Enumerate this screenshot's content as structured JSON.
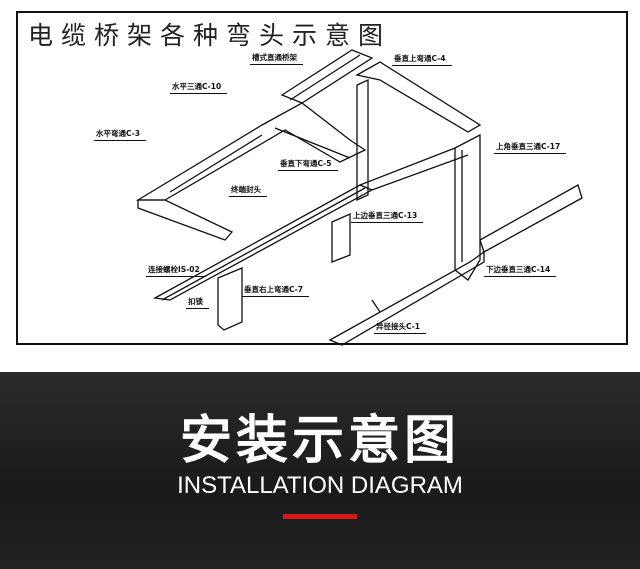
{
  "diagram": {
    "title": "电缆桥架各种弯头示意图",
    "labels": {
      "straight": "槽式直通桥架",
      "c4": "垂直上弯通C-4",
      "c10": "水平三通C-10",
      "c3": "水平弯通C-3",
      "c17": "上角垂直三通C-17",
      "c5": "垂直下弯通C-5",
      "end_cap": "终端封头",
      "c13": "上边垂直三通C-13",
      "is02": "连接螺栓IS-02",
      "c7": "垂直右上弯通C-7",
      "lock": "扣锁",
      "c14": "下边垂直三通C-14",
      "c1": "异径接头C-1"
    }
  },
  "banner": {
    "title": "安装示意图",
    "subtitle": "INSTALLATION DIAGRAM",
    "accent": "#d7191c"
  }
}
